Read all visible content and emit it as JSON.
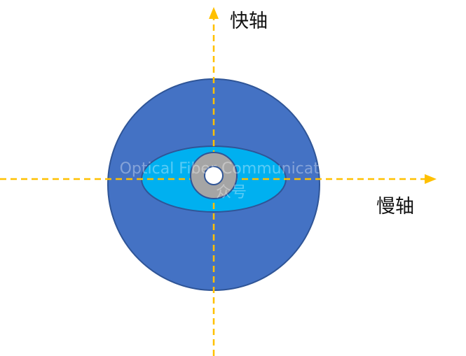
{
  "labels": {
    "fast_axis": "快轴",
    "slow_axis": "慢轴"
  },
  "watermark": {
    "line1": "Optical Fiber Communication",
    "line2": "众号"
  },
  "colors": {
    "cladding": "#4472C4",
    "cladding_stroke": "#2F5597",
    "stress_region": "#00B0F0",
    "stress_stroke": "#2F5597",
    "core_ring": "#A5A5A5",
    "core_ring_stroke": "#2F5597",
    "core": "#FFFFFF",
    "axis_line": "#FFC000",
    "watermark": "#FFFFFF"
  }
}
